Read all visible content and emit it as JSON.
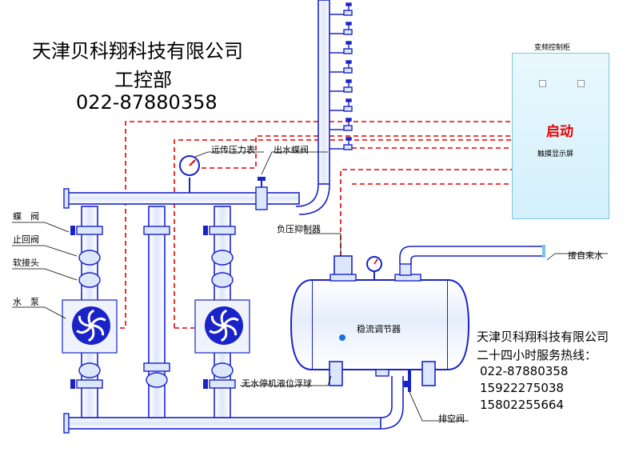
{
  "header": {
    "company": "天津贝科翔科技有限公司",
    "department": "工控部",
    "phone": "022-87880358"
  },
  "cabinet": {
    "title": "变频控制柜",
    "start_label": "启动",
    "screen_label": "触摸显示屏"
  },
  "labels": {
    "butterfly_valve": "蝶　阀",
    "check_valve": "止回阀",
    "soft_joint": "软接头",
    "pump": "水　泵",
    "remote_gauge": "远传压力表",
    "outlet_valve": "出水蝶阀",
    "neg_pressure": "负压抑制器",
    "tap_water": "接自来水",
    "stabilizer": "稳流调节器",
    "float_switch": "无水停机液位浮球",
    "drain_valve": "排空阀"
  },
  "contact": {
    "company": "天津贝科翔科技有限公司",
    "hotline": "二十四小时服务热线：",
    "phones": [
      "022-87880358",
      "15922275038",
      "15802255664"
    ]
  },
  "colors": {
    "pipe": "#1a23c8",
    "pipe_light": "#e3ecfb",
    "signal": "#e60000",
    "cabinet_fill": "#dff4fc"
  }
}
